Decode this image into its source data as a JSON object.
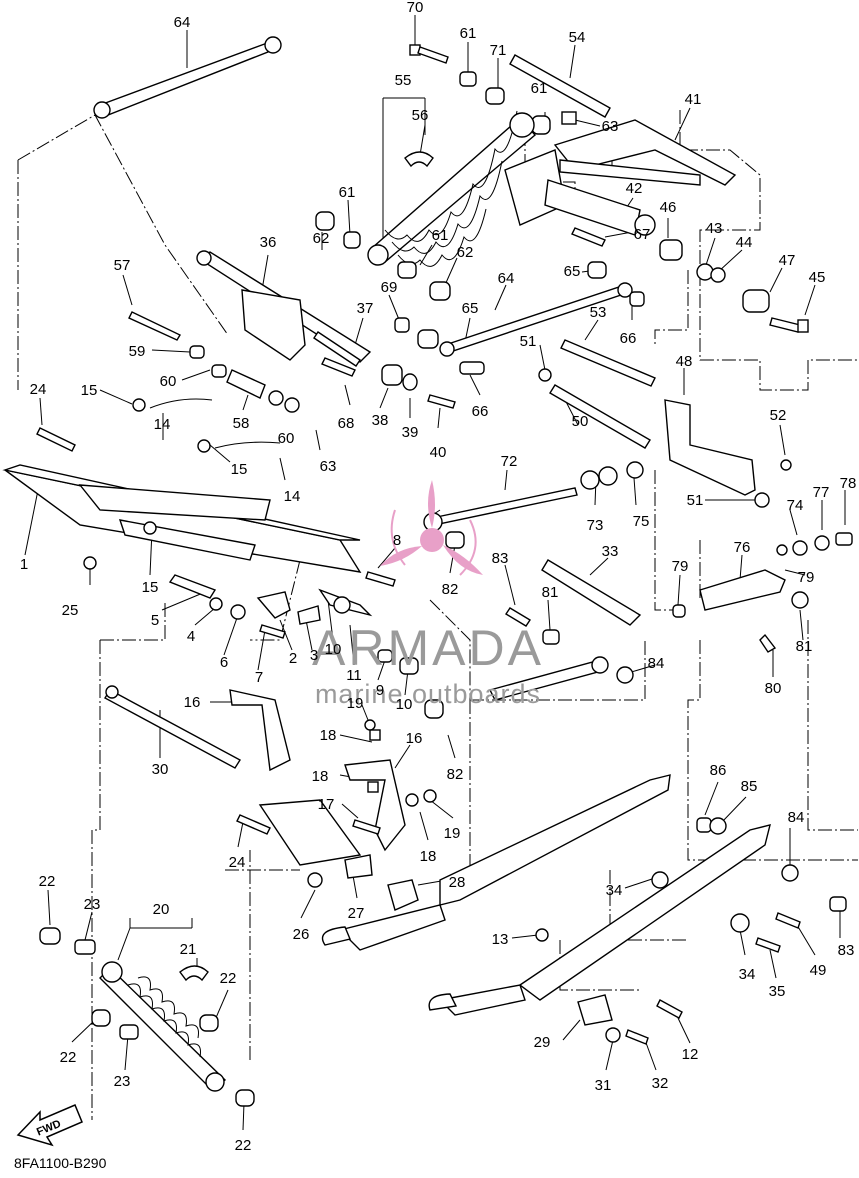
{
  "diagram": {
    "code": "8FA1100-B290",
    "fwd_label": "FWD",
    "watermark": {
      "brand": "ARMADA",
      "tagline": "marine outboards",
      "accent_color": "#e8a0c8"
    },
    "callouts": [
      {
        "id": "c70",
        "text": "70"
      },
      {
        "id": "c61a",
        "text": "61"
      },
      {
        "id": "c71",
        "text": "71"
      },
      {
        "id": "c54",
        "text": "54"
      },
      {
        "id": "c64a",
        "text": "64"
      },
      {
        "id": "c55",
        "text": "55"
      },
      {
        "id": "c56",
        "text": "56"
      },
      {
        "id": "c61b",
        "text": "61"
      },
      {
        "id": "c63a",
        "text": "63"
      },
      {
        "id": "c41",
        "text": "41"
      },
      {
        "id": "c42",
        "text": "42"
      },
      {
        "id": "c61c",
        "text": "61"
      },
      {
        "id": "c62a",
        "text": "62"
      },
      {
        "id": "c36",
        "text": "36"
      },
      {
        "id": "c61d",
        "text": "61"
      },
      {
        "id": "c62b",
        "text": "62"
      },
      {
        "id": "c46",
        "text": "46"
      },
      {
        "id": "c43",
        "text": "43"
      },
      {
        "id": "c44",
        "text": "44"
      },
      {
        "id": "c67",
        "text": "67"
      },
      {
        "id": "c65a",
        "text": "65"
      },
      {
        "id": "c47",
        "text": "47"
      },
      {
        "id": "c45",
        "text": "45"
      },
      {
        "id": "c57",
        "text": "57"
      },
      {
        "id": "c64b",
        "text": "64"
      },
      {
        "id": "c69",
        "text": "69"
      },
      {
        "id": "c65b",
        "text": "65"
      },
      {
        "id": "c37",
        "text": "37"
      },
      {
        "id": "c66a",
        "text": "66"
      },
      {
        "id": "c53",
        "text": "53"
      },
      {
        "id": "c59",
        "text": "59"
      },
      {
        "id": "c51a",
        "text": "51"
      },
      {
        "id": "c60a",
        "text": "60"
      },
      {
        "id": "c48",
        "text": "48"
      },
      {
        "id": "c24a",
        "text": "24"
      },
      {
        "id": "c15a",
        "text": "15"
      },
      {
        "id": "c58",
        "text": "58"
      },
      {
        "id": "c38",
        "text": "38"
      },
      {
        "id": "c39",
        "text": "39"
      },
      {
        "id": "c40",
        "text": "40"
      },
      {
        "id": "c68",
        "text": "68"
      },
      {
        "id": "c66b",
        "text": "66"
      },
      {
        "id": "c52",
        "text": "52"
      },
      {
        "id": "c60b",
        "text": "60"
      },
      {
        "id": "c50",
        "text": "50"
      },
      {
        "id": "c14a",
        "text": "14"
      },
      {
        "id": "c63b",
        "text": "63"
      },
      {
        "id": "c15b",
        "text": "15"
      },
      {
        "id": "c14b",
        "text": "14"
      },
      {
        "id": "c72",
        "text": "72"
      },
      {
        "id": "c51b",
        "text": "51"
      },
      {
        "id": "c74",
        "text": "74"
      },
      {
        "id": "c77",
        "text": "77"
      },
      {
        "id": "c78",
        "text": "78"
      },
      {
        "id": "c73",
        "text": "73"
      },
      {
        "id": "c75",
        "text": "75"
      },
      {
        "id": "c1",
        "text": "1"
      },
      {
        "id": "c15c",
        "text": "15"
      },
      {
        "id": "c8",
        "text": "8"
      },
      {
        "id": "c33",
        "text": "33"
      },
      {
        "id": "c76",
        "text": "76"
      },
      {
        "id": "c83a",
        "text": "83"
      },
      {
        "id": "c25",
        "text": "25"
      },
      {
        "id": "c82a",
        "text": "82"
      },
      {
        "id": "c79a",
        "text": "79"
      },
      {
        "id": "c79b",
        "text": "79"
      },
      {
        "id": "c5",
        "text": "5"
      },
      {
        "id": "c81a",
        "text": "81"
      },
      {
        "id": "c4",
        "text": "4"
      },
      {
        "id": "c81b",
        "text": "81"
      },
      {
        "id": "c6",
        "text": "6"
      },
      {
        "id": "c2",
        "text": "2"
      },
      {
        "id": "c3",
        "text": "3"
      },
      {
        "id": "c10a",
        "text": "10"
      },
      {
        "id": "c9",
        "text": "9"
      },
      {
        "id": "c84a",
        "text": "84"
      },
      {
        "id": "c7",
        "text": "7"
      },
      {
        "id": "c11",
        "text": "11"
      },
      {
        "id": "c80",
        "text": "80"
      },
      {
        "id": "c10b",
        "text": "10"
      },
      {
        "id": "c16a",
        "text": "16"
      },
      {
        "id": "c19a",
        "text": "19"
      },
      {
        "id": "c18a",
        "text": "18"
      },
      {
        "id": "c16b",
        "text": "16"
      },
      {
        "id": "c82b",
        "text": "82"
      },
      {
        "id": "c30",
        "text": "30"
      },
      {
        "id": "c18b",
        "text": "18"
      },
      {
        "id": "c86",
        "text": "86"
      },
      {
        "id": "c85",
        "text": "85"
      },
      {
        "id": "c17",
        "text": "17"
      },
      {
        "id": "c19b",
        "text": "19"
      },
      {
        "id": "c84b",
        "text": "84"
      },
      {
        "id": "c24b",
        "text": "24"
      },
      {
        "id": "c18c",
        "text": "18"
      },
      {
        "id": "c28",
        "text": "28"
      },
      {
        "id": "c22a",
        "text": "22"
      },
      {
        "id": "c34a",
        "text": "34"
      },
      {
        "id": "c23a",
        "text": "23"
      },
      {
        "id": "c20",
        "text": "20"
      },
      {
        "id": "c26",
        "text": "26"
      },
      {
        "id": "c27",
        "text": "27"
      },
      {
        "id": "c83b",
        "text": "83"
      },
      {
        "id": "c21",
        "text": "21"
      },
      {
        "id": "c13",
        "text": "13"
      },
      {
        "id": "c34b",
        "text": "34"
      },
      {
        "id": "c49",
        "text": "49"
      },
      {
        "id": "c22b",
        "text": "22"
      },
      {
        "id": "c35",
        "text": "35"
      },
      {
        "id": "c22c",
        "text": "22"
      },
      {
        "id": "c12",
        "text": "12"
      },
      {
        "id": "c29",
        "text": "29"
      },
      {
        "id": "c23b",
        "text": "23"
      },
      {
        "id": "c31",
        "text": "31"
      },
      {
        "id": "c32",
        "text": "32"
      },
      {
        "id": "c22d",
        "text": "22"
      }
    ]
  }
}
